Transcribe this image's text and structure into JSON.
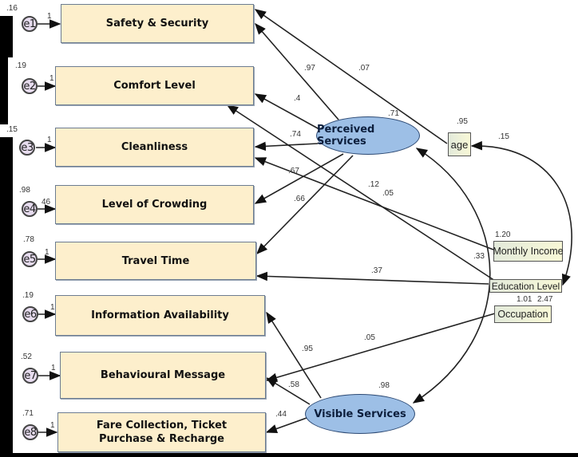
{
  "diagram": {
    "type": "structural-equation-model",
    "observed": [
      {
        "id": "safety",
        "label": "Safety & Security",
        "error": "e1",
        "variance": ".16",
        "error_weight": "1"
      },
      {
        "id": "comfort",
        "label": "Comfort Level",
        "error": "e2",
        "variance": ".19",
        "error_weight": "1"
      },
      {
        "id": "cleanliness",
        "label": "Cleanliness",
        "error": "e3",
        "variance": ".15",
        "error_weight": "1"
      },
      {
        "id": "crowding",
        "label": "Level of Crowding",
        "error": "e4",
        "variance": ".98",
        "error_weight": "46"
      },
      {
        "id": "travel",
        "label": "Travel Time",
        "error": "e5",
        "variance": ".78",
        "error_weight": "1"
      },
      {
        "id": "information",
        "label": "Information Availability",
        "error": "e6",
        "variance": ".19",
        "error_weight": "1"
      },
      {
        "id": "behavioural",
        "label": "Behavioural Message",
        "error": "e7",
        "variance": ".52",
        "error_weight": "1"
      },
      {
        "id": "fare",
        "label": "Fare Collection, Ticket Purchase & Recharge",
        "error": "e8",
        "variance": ".71",
        "error_weight": "1"
      }
    ],
    "latent": [
      {
        "id": "perceived",
        "label": "Perceived Services",
        "variance": ".71"
      },
      {
        "id": "visible",
        "label": "Visible Services",
        "variance": ".98"
      }
    ],
    "exogenous": [
      {
        "id": "age",
        "label": "age",
        "variance": ".95"
      },
      {
        "id": "income",
        "label": "Monthly Income",
        "variance": "1.20"
      },
      {
        "id": "education",
        "label": "Education Level",
        "variance": "1.01"
      },
      {
        "id": "occupation",
        "label": "Occupation",
        "variance": "2.47"
      }
    ],
    "paths": [
      {
        "from": "perceived",
        "to": "safety",
        "weight": ".97"
      },
      {
        "from": "perceived",
        "to": "comfort",
        "weight": ".4"
      },
      {
        "from": "perceived",
        "to": "cleanliness",
        "weight": ".74"
      },
      {
        "from": "perceived",
        "to": "crowding",
        "weight": ".67"
      },
      {
        "from": "perceived",
        "to": "travel",
        "weight": ".66"
      },
      {
        "from": "age",
        "to": "safety",
        "weight": ".07"
      },
      {
        "from": "income",
        "to": "cleanliness",
        "weight": ".12"
      },
      {
        "from": "education",
        "to": "comfort",
        "weight": ".05"
      },
      {
        "from": "education",
        "to": "travel",
        "weight": ".37"
      },
      {
        "from": "occupation",
        "to": "behavioural",
        "weight": ".05"
      },
      {
        "from": "visible",
        "to": "information",
        "weight": ".95"
      },
      {
        "from": "visible",
        "to": "behavioural",
        "weight": ".58"
      },
      {
        "from": "visible",
        "to": "fare",
        "weight": ".44"
      }
    ],
    "covariances": [
      {
        "a": "age",
        "b": "education",
        "weight": ".15"
      },
      {
        "a": "perceived",
        "b": "visible",
        "weight": ".33"
      }
    ]
  }
}
